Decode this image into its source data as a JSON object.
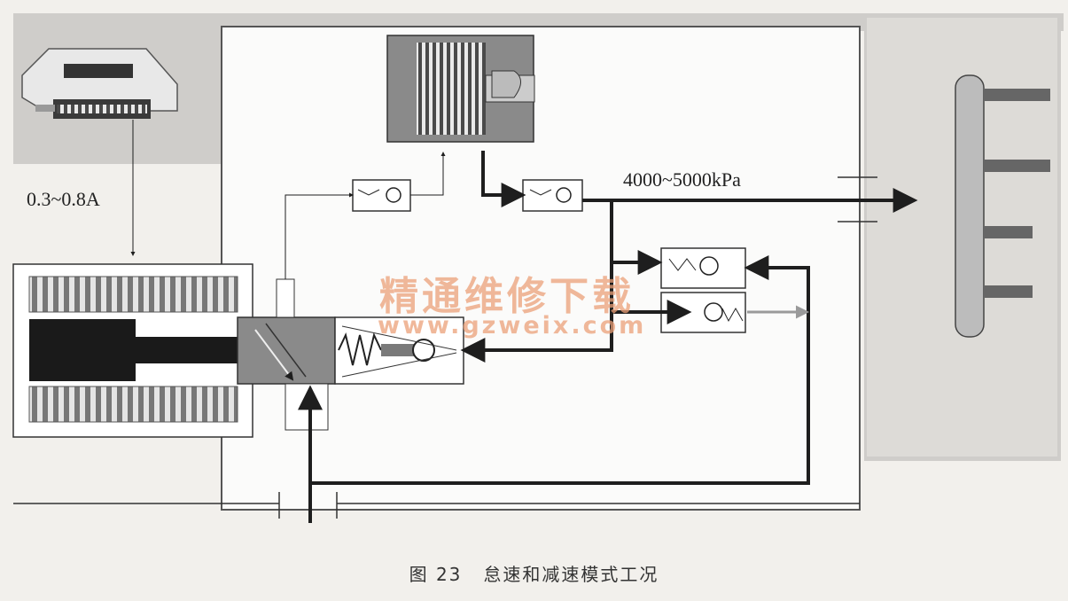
{
  "labels": {
    "control_current": "0.3~0.8A",
    "pressure": "4000~5000kPa"
  },
  "caption": {
    "figure_number": "图 23",
    "title": "怠速和减速模式工况"
  },
  "watermark": {
    "text": "精通维修下载",
    "url": "www.gzweix.com"
  },
  "colors": {
    "line": "#1e1e1e",
    "component_gray": "#8a8a8a",
    "background": "#f2f0ec",
    "photo_bg": "#cfcdca",
    "watermark": "#eba078"
  }
}
